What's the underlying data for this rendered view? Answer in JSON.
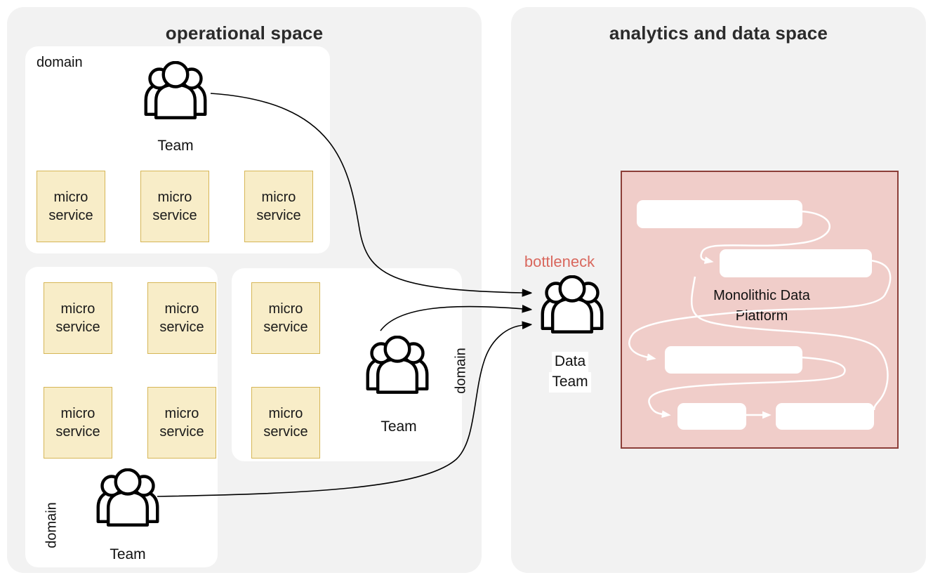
{
  "operational_space": {
    "title": "operational space",
    "domains": [
      {
        "label": "domain",
        "team_label": "Team",
        "service_label": "micro service",
        "service_count": 3
      },
      {
        "label": "domain",
        "team_label": "Team",
        "service_label": "micro service",
        "service_count": 4
      },
      {
        "label": "domain",
        "team_label": "Team",
        "service_label": "micro service",
        "service_count": 2
      }
    ]
  },
  "bottleneck": {
    "label": "bottleneck",
    "team_label_lines": [
      "Data",
      "Team"
    ]
  },
  "analytics_space": {
    "title": "analytics and data space",
    "platform": {
      "label": "Monolithic Data Platform",
      "component_count": 5
    }
  },
  "colors": {
    "canvas_bg": "#ffffff",
    "space_bg": "#f2f2f2",
    "domain_bg": "#ffffff",
    "service_fill": "#f8edc8",
    "service_border": "#d6b656",
    "platform_fill": "#f0cdc9",
    "platform_border": "#8c3e38",
    "platform_component_fill": "#ffffff",
    "flow_line": "#ffffff",
    "arrow_line": "#000000",
    "bottleneck_text": "#d9685e",
    "title_text": "#2b2b2b"
  }
}
